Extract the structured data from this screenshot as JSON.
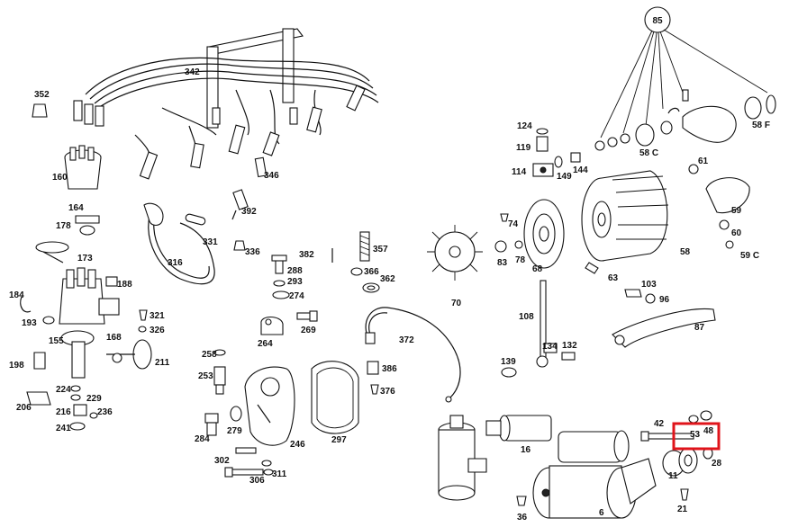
{
  "diagram": {
    "callout_number": "85",
    "highlight_color": "#e0141b",
    "line_color": "#111111",
    "part_labels": [
      "352",
      "342",
      "346",
      "392",
      "160",
      "164",
      "178",
      "173",
      "188",
      "184",
      "193",
      "155",
      "168",
      "198",
      "321",
      "326",
      "211",
      "224",
      "229",
      "206",
      "216",
      "236",
      "241",
      "331",
      "336",
      "316",
      "288",
      "293",
      "274",
      "382",
      "357",
      "366",
      "362",
      "264",
      "269",
      "372",
      "258",
      "253",
      "386",
      "376",
      "284",
      "279",
      "246",
      "297",
      "302",
      "311",
      "306",
      "124",
      "119",
      "114",
      "144",
      "149",
      "74",
      "70",
      "83",
      "78",
      "68",
      "63",
      "58",
      "58 C",
      "58 F",
      "61",
      "59",
      "60",
      "59 C",
      "103",
      "96",
      "108",
      "87",
      "139",
      "134",
      "132",
      "42",
      "53",
      "48",
      "28",
      "16",
      "11",
      "6",
      "36",
      "21"
    ],
    "highlighted_labels": [
      "53",
      "48"
    ]
  }
}
